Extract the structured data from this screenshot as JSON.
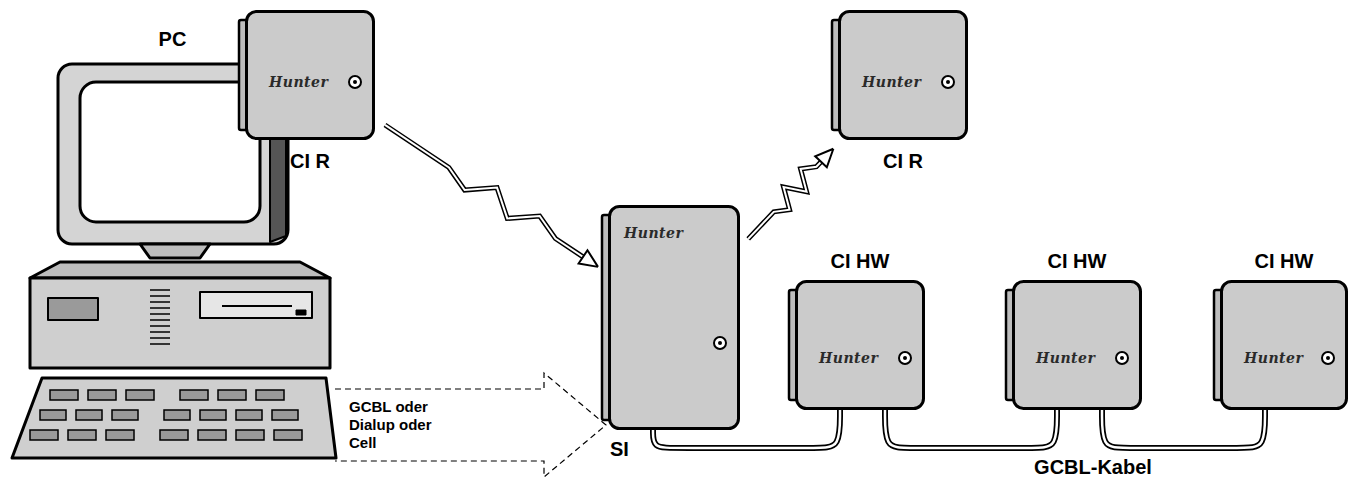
{
  "diagram": {
    "nodes": [
      {
        "text": [
          "PC"
        ]
      },
      {
        "text": [
          "CI R",
          "Hunter"
        ]
      },
      {
        "text": [
          "CI R",
          "Hunter"
        ]
      },
      {
        "text": [
          "SI",
          "Hunter"
        ]
      },
      {
        "text": [
          "CI HW",
          "Hunter"
        ]
      },
      {
        "text": [
          "CI HW",
          "Hunter"
        ]
      },
      {
        "text": [
          "CI HW",
          "Hunter"
        ]
      }
    ],
    "edges": [
      {
        "from": 1,
        "to": 3,
        "arrow": "to"
      },
      {
        "from": 3,
        "to": 2,
        "arrow": "to"
      },
      {
        "from": 0,
        "to": 3,
        "arrow": "to",
        "label": "GCBL oder Dialup oder Cell"
      },
      {
        "from": 3,
        "to": 4,
        "arrow": "none"
      },
      {
        "from": 4,
        "to": 5,
        "arrow": "none"
      },
      {
        "from": 5,
        "to": 6,
        "arrow": "none"
      }
    ],
    "labels": [
      "GCBL-Kabel"
    ]
  }
}
